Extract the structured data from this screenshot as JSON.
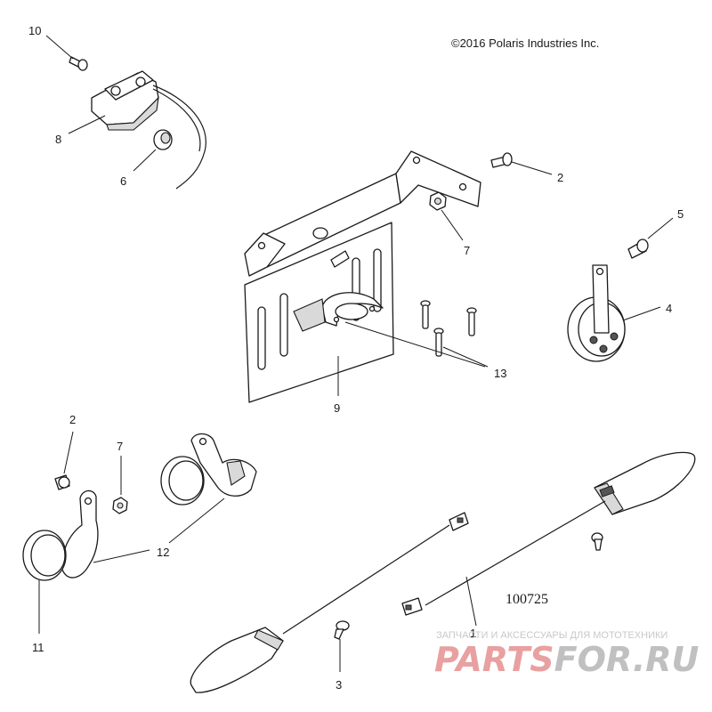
{
  "copyright": "©2016 Polaris Industries Inc.",
  "document_number": "100725",
  "callouts": {
    "c1": "1",
    "c2a": "2",
    "c2b": "2",
    "c3": "3",
    "c4": "4",
    "c5": "5",
    "c6": "6",
    "c7a": "7",
    "c7b": "7",
    "c8": "8",
    "c9": "9",
    "c10": "10",
    "c11": "11",
    "c12": "12",
    "c13": "13"
  },
  "watermark": {
    "subtitle": "ЗАПЧАСТИ И АКСЕССУАРЫ ДЛЯ МОТОТЕХНИКИ",
    "brand_part1": "PARTS",
    "brand_part2": "FOR.RU",
    "color_red": "#e8a0a0",
    "color_grey": "#c0c0c0"
  },
  "colors": {
    "line": "#1a1a1a",
    "background": "#ffffff"
  }
}
